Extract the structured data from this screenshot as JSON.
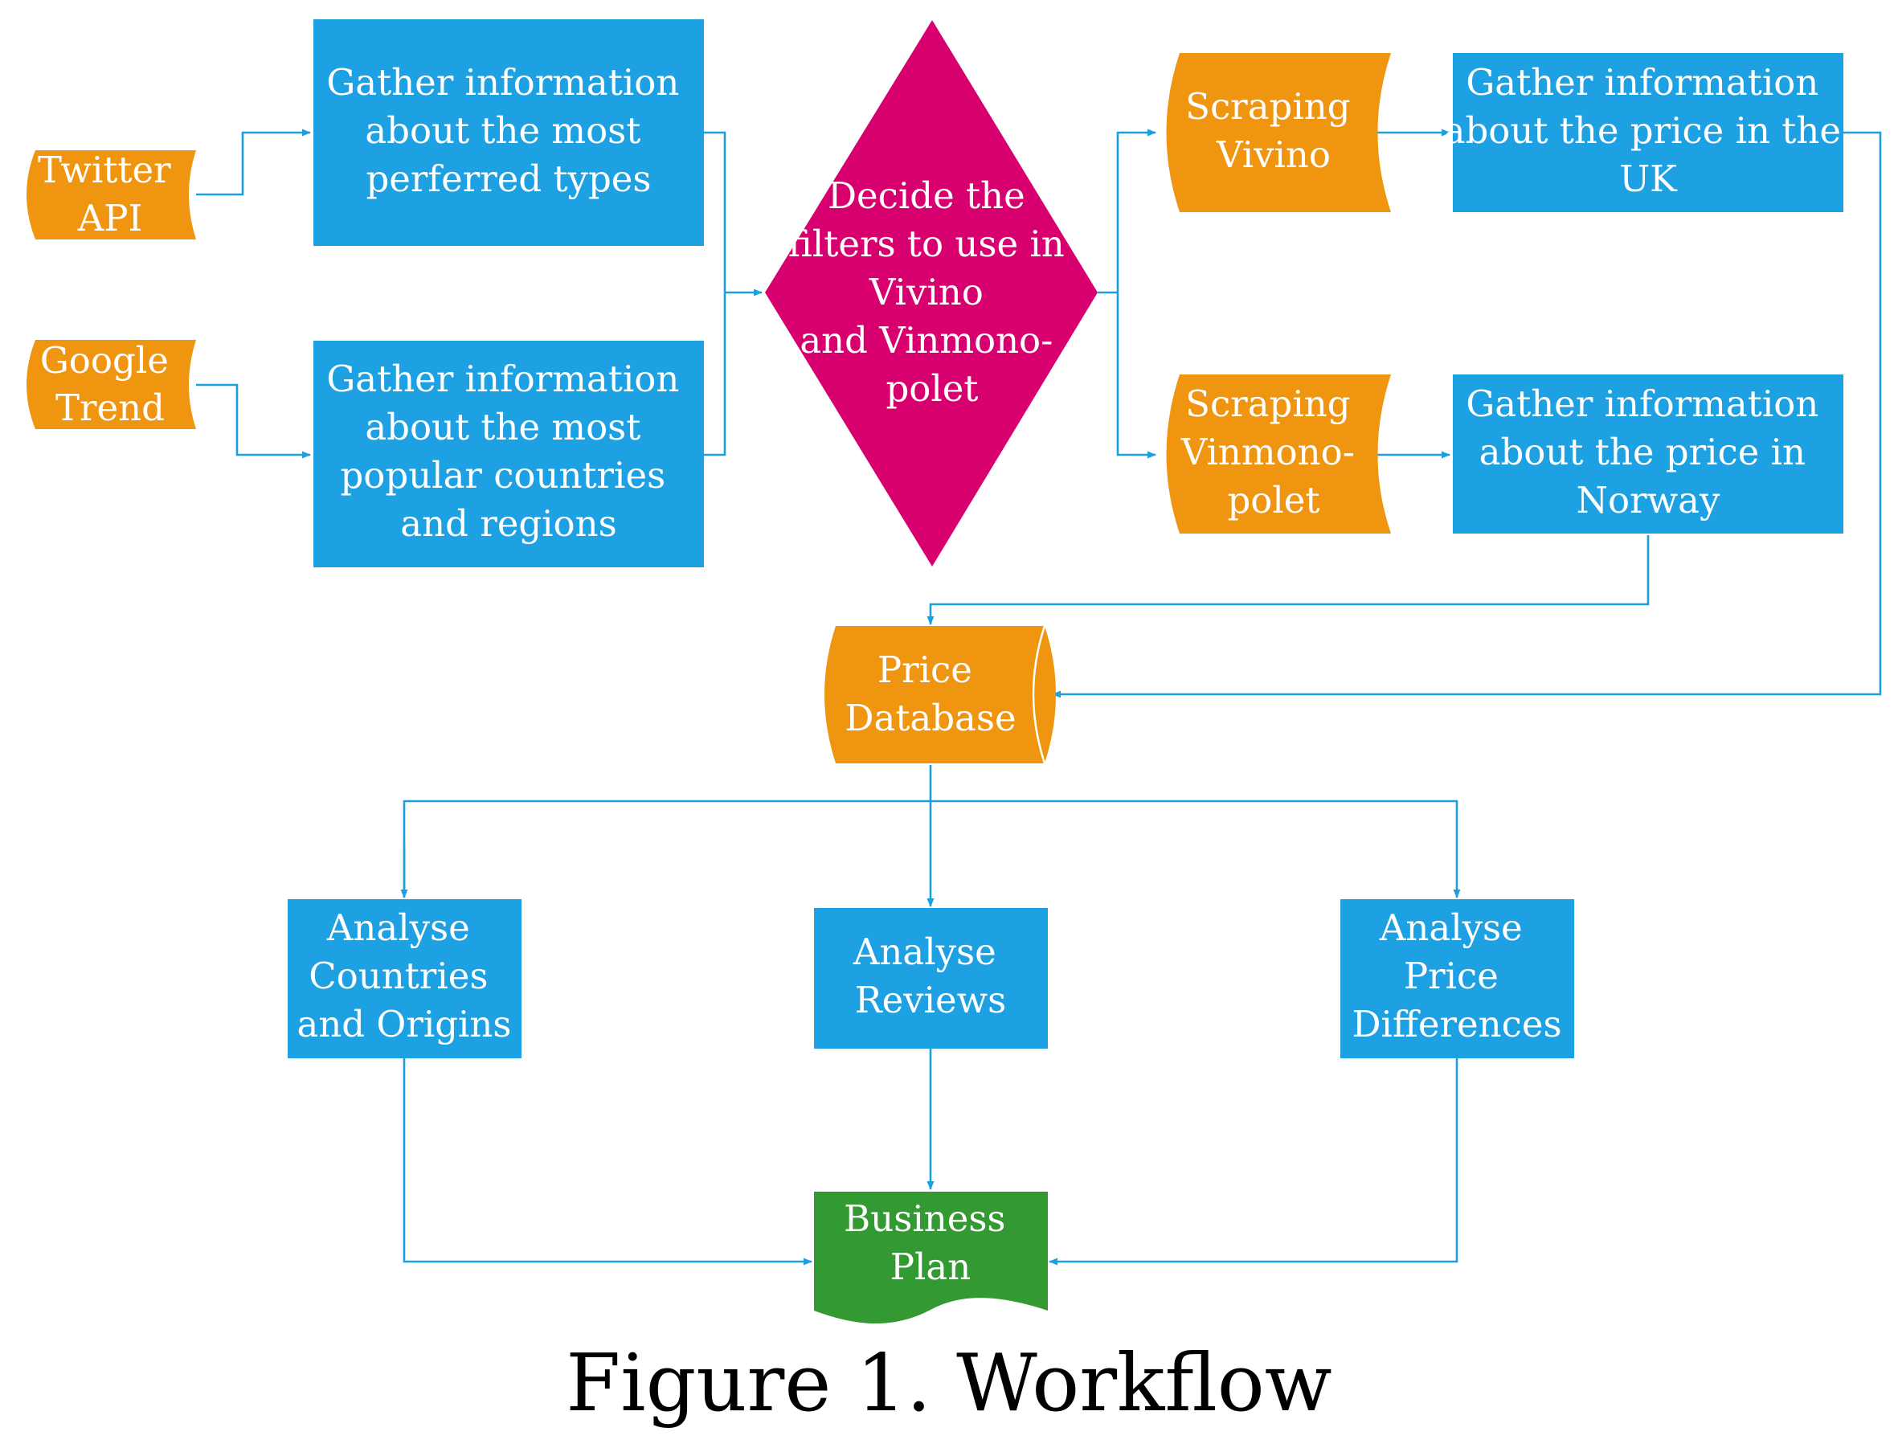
{
  "colors": {
    "process": "#1da1e2",
    "data": "#f0950f",
    "decision": "#d8006f",
    "document": "#339933",
    "edge": "#1d9fde",
    "text": "#ffffff"
  },
  "nodes": {
    "twitter_api": {
      "shape": "data-terminal",
      "lines": [
        "Twitter",
        "API"
      ]
    },
    "google_trend": {
      "shape": "data-terminal",
      "lines": [
        "Google",
        "Trend"
      ]
    },
    "gather_types": {
      "shape": "process",
      "lines": [
        "Gather information",
        "about the most",
        "perferred types"
      ]
    },
    "gather_countries": {
      "shape": "process",
      "lines": [
        "Gather information",
        "about the most",
        "popular countries",
        "and regions"
      ]
    },
    "decide_filters": {
      "shape": "decision",
      "lines": [
        "Decide the",
        "filters to use in",
        "Vivino",
        "and Vinmono-",
        "polet"
      ]
    },
    "scraping_vivino": {
      "shape": "stored-data",
      "lines": [
        "Scraping",
        "Vivino"
      ]
    },
    "scraping_vinmonopolet": {
      "shape": "stored-data",
      "lines": [
        "Scraping",
        "Vinmono-",
        "polet"
      ]
    },
    "gather_price_uk": {
      "shape": "process",
      "lines": [
        "Gather information",
        "about the price in the",
        "UK"
      ]
    },
    "gather_price_norway": {
      "shape": "process",
      "lines": [
        "Gather information",
        "about the price in",
        "Norway"
      ]
    },
    "price_database": {
      "shape": "direct-access-storage",
      "lines": [
        "Price",
        "Database"
      ]
    },
    "analyse_countries": {
      "shape": "process",
      "lines": [
        "Analyse",
        "Countries",
        "and Origins"
      ]
    },
    "analyse_reviews": {
      "shape": "process",
      "lines": [
        "Analyse",
        "Reviews"
      ]
    },
    "analyse_price": {
      "shape": "process",
      "lines": [
        "Analyse",
        "Price",
        "Differences"
      ]
    },
    "business_plan": {
      "shape": "document",
      "lines": [
        "Business",
        "Plan"
      ]
    }
  },
  "edges": [
    {
      "from": "twitter_api",
      "to": "gather_types"
    },
    {
      "from": "google_trend",
      "to": "gather_countries"
    },
    {
      "from": "gather_types",
      "to": "decide_filters"
    },
    {
      "from": "gather_countries",
      "to": "decide_filters"
    },
    {
      "from": "decide_filters",
      "to": "scraping_vivino"
    },
    {
      "from": "decide_filters",
      "to": "scraping_vinmonopolet"
    },
    {
      "from": "scraping_vivino",
      "to": "gather_price_uk"
    },
    {
      "from": "scraping_vinmonopolet",
      "to": "gather_price_norway"
    },
    {
      "from": "gather_price_norway",
      "to": "price_database"
    },
    {
      "from": "gather_price_uk",
      "to": "price_database"
    },
    {
      "from": "price_database",
      "to": "analyse_countries"
    },
    {
      "from": "price_database",
      "to": "analyse_reviews"
    },
    {
      "from": "price_database",
      "to": "analyse_price"
    },
    {
      "from": "analyse_countries",
      "to": "business_plan"
    },
    {
      "from": "analyse_reviews",
      "to": "business_plan"
    },
    {
      "from": "analyse_price",
      "to": "business_plan"
    }
  ],
  "caption": "Figure 1. Workflow"
}
